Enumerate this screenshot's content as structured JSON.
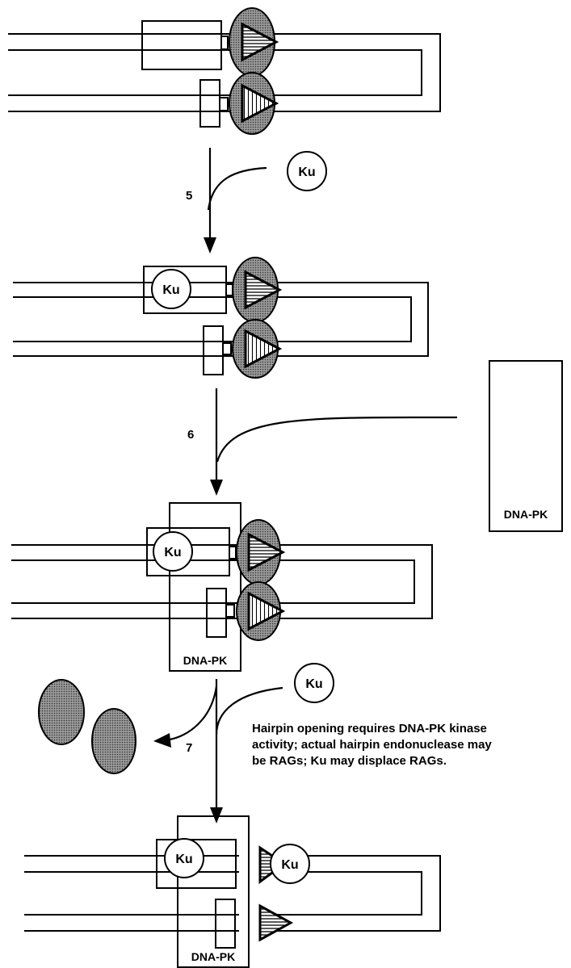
{
  "labels": {
    "ku": "Ku",
    "dna_pk": "DNA-PK"
  },
  "steps": {
    "step5": "5",
    "step6": "6",
    "step7": "7"
  },
  "note": {
    "line1": "Hairpin opening requires DNA-PK kinase",
    "line2": "activity; actual hairpin endonuclease may",
    "line3": "be RAGs; Ku may displace RAGs."
  },
  "colors": {
    "line": "#000000",
    "rag_fill": "#808080",
    "background": "#ffffff"
  }
}
